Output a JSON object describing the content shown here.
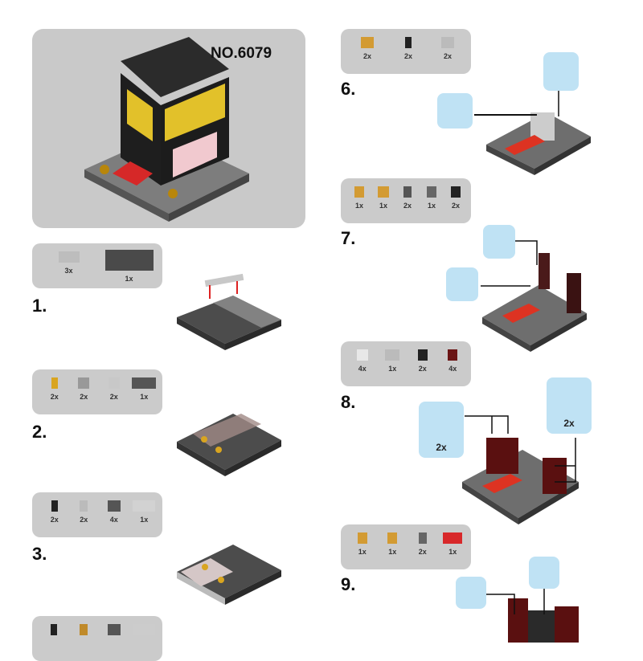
{
  "cover": {
    "set_number": "NO.6079"
  },
  "steps": [
    {
      "number": "1.",
      "parts": [
        {
          "count": "3x",
          "color": "#bdbdbd",
          "w": 26
        },
        {
          "count": "1x",
          "color": "#4a4a4a",
          "w": 60
        }
      ]
    },
    {
      "number": "2.",
      "parts": [
        {
          "count": "2x",
          "color": "#d9a520",
          "w": 8
        },
        {
          "count": "2x",
          "color": "#999",
          "w": 14
        },
        {
          "count": "2x",
          "color": "#c8c8c8",
          "w": 14
        },
        {
          "count": "1x",
          "color": "#555",
          "w": 30
        }
      ]
    },
    {
      "number": "3.",
      "parts": [
        {
          "count": "2x",
          "color": "#222",
          "w": 8
        },
        {
          "count": "2x",
          "color": "#bbb",
          "w": 10
        },
        {
          "count": "4x",
          "color": "#555",
          "w": 16
        },
        {
          "count": "1x",
          "color": "#d2d2d2",
          "w": 28
        }
      ]
    },
    {
      "number": "",
      "parts": [
        {
          "count": "",
          "color": "#222",
          "w": 8
        },
        {
          "count": "",
          "color": "#c08a2a",
          "w": 10
        },
        {
          "count": "",
          "color": "#555",
          "w": 16
        },
        {
          "count": "",
          "color": "#ccc",
          "w": 28
        }
      ]
    },
    {
      "number": "6.",
      "parts": [
        {
          "count": "2x",
          "color": "#d39b33",
          "w": 16
        },
        {
          "count": "2x",
          "color": "#222",
          "w": 8
        },
        {
          "count": "2x",
          "color": "#bbb",
          "w": 16
        }
      ]
    },
    {
      "number": "7.",
      "parts": [
        {
          "count": "1x",
          "color": "#d39b33",
          "w": 12
        },
        {
          "count": "1x",
          "color": "#d39b33",
          "w": 14
        },
        {
          "count": "2x",
          "color": "#555",
          "w": 10
        },
        {
          "count": "1x",
          "color": "#666",
          "w": 12
        },
        {
          "count": "2x",
          "color": "#222",
          "w": 12
        }
      ]
    },
    {
      "number": "8.",
      "parts": [
        {
          "count": "4x",
          "color": "#e8e8e8",
          "w": 14
        },
        {
          "count": "1x",
          "color": "#bbb",
          "w": 18
        },
        {
          "count": "2x",
          "color": "#222",
          "w": 12
        },
        {
          "count": "4x",
          "color": "#6b1515",
          "w": 12
        }
      ]
    },
    {
      "number": "9.",
      "parts": [
        {
          "count": "1x",
          "color": "#d39b33",
          "w": 12
        },
        {
          "count": "1x",
          "color": "#d39b33",
          "w": 12
        },
        {
          "count": "2x",
          "color": "#666",
          "w": 10
        },
        {
          "count": "1x",
          "color": "#d8282a",
          "w": 24
        }
      ]
    }
  ],
  "callouts": {
    "step8_left": "2x",
    "step8_right": "2x"
  }
}
